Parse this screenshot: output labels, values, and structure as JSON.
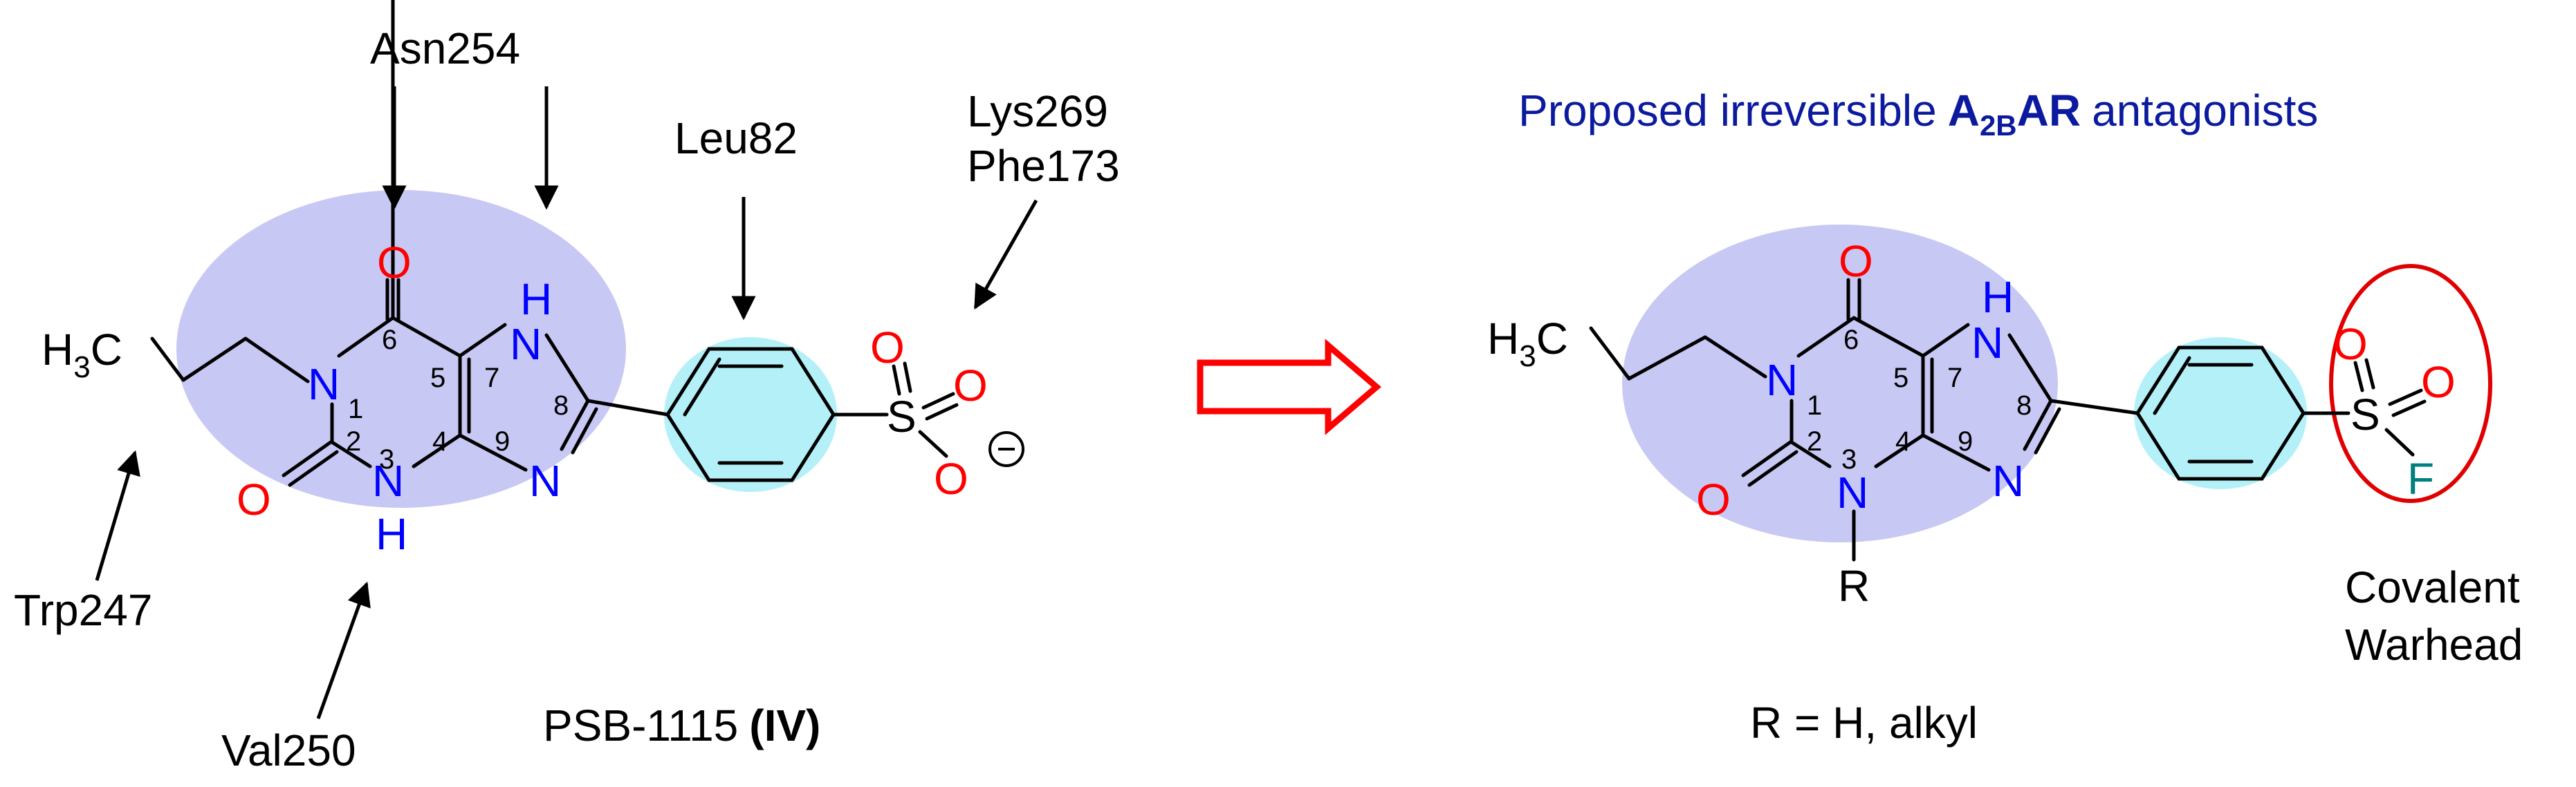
{
  "colors": {
    "oxygen": "#ff0000",
    "nitrogen": "#0000ff",
    "fluorine": "#007f7f",
    "carbon": "#000000",
    "title": "#0b1a9e",
    "xanthine_highlight": "#c8c8f5",
    "phenyl_highlight": "#b4f0f8",
    "warhead_ring": "#e00000",
    "retro_arrow": "#ff0000"
  },
  "left": {
    "residues": {
      "asn": "Asn254",
      "leu": "Leu82",
      "lys": "Lys269",
      "phe": "Phe173",
      "trp": "Trp247",
      "val": "Val250"
    },
    "compound_name": "PSB-1115",
    "compound_id": "(IV)"
  },
  "right": {
    "title_prefix": "Proposed irreversible",
    "title_receptor": "A",
    "title_receptor_sub": "2B",
    "title_receptor_suffix": "AR",
    "title_suffix": "antagonists",
    "r_definition": "R = H, alkyl",
    "warhead_line1": "Covalent",
    "warhead_line2": "Warhead"
  },
  "atoms": {
    "H3C_H": "H",
    "H3C_3": "3",
    "H3C_C": "C",
    "O": "O",
    "N": "N",
    "NH_H": "H",
    "S": "S",
    "F": "F",
    "R": "R",
    "charge": "−"
  },
  "ring_numbers": [
    "1",
    "2",
    "3",
    "4",
    "5",
    "6",
    "7",
    "8",
    "9"
  ]
}
